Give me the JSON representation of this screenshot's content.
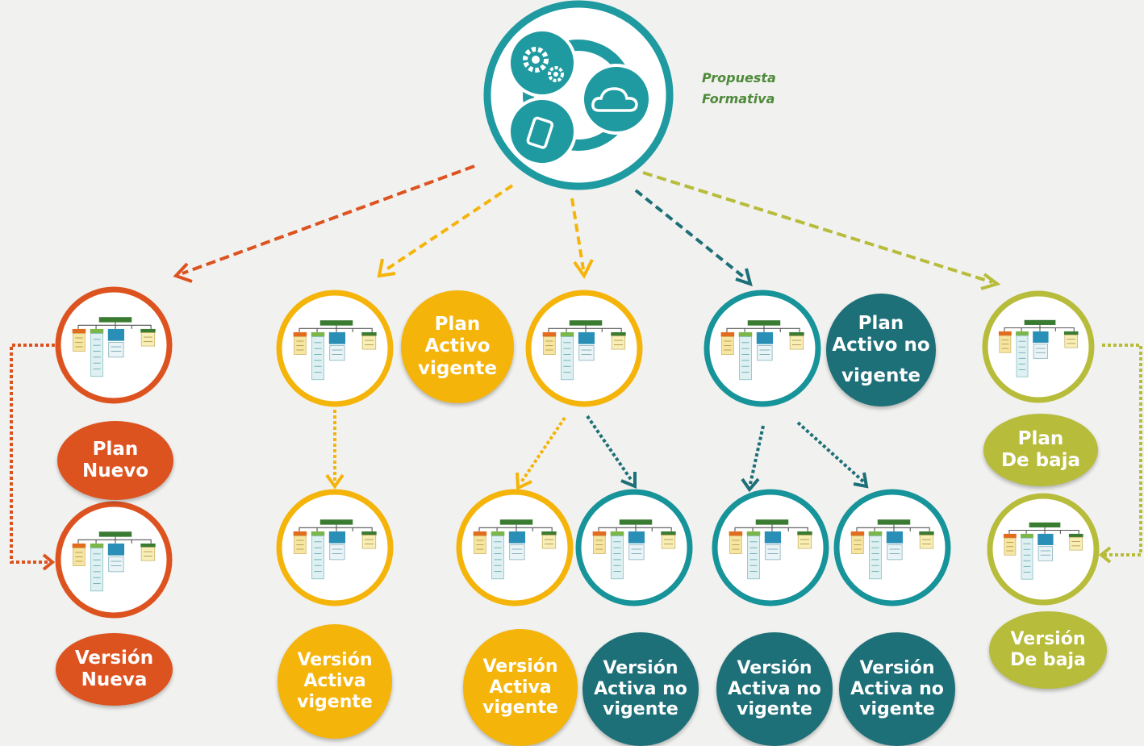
{
  "brand": {
    "line1": "Propuesta",
    "line2": "Formativa"
  },
  "colors": {
    "orange": "#dd5320",
    "yellow": "#f5b40a",
    "teal": "#1d6f78",
    "teal_ring": "#17939a",
    "olive": "#b7bc3a",
    "root_ring": "#1f9aa0"
  },
  "root": {
    "icons": [
      "gears-icon",
      "cloud-icon",
      "mobile-phone-icon"
    ]
  },
  "labels": {
    "plan_nuevo": [
      "Plan",
      "Nuevo"
    ],
    "version_nueva": [
      "Versión",
      "Nueva"
    ],
    "plan_activo_vigente": [
      "Plan",
      "Activo",
      "vigente"
    ],
    "version_activa_vigente_1": [
      "Versión",
      "Activa",
      "vigente"
    ],
    "version_activa_vigente_2": [
      "Versión",
      "Activa",
      "vigente"
    ],
    "plan_activo_no_vigente": [
      "Plan",
      "Activo no",
      "vigente"
    ],
    "version_activa_no_vigente_1": [
      "Versión",
      "Activa no",
      "vigente"
    ],
    "version_activa_no_vigente_2": [
      "Versión",
      "Activa no",
      "vigente"
    ],
    "version_activa_no_vigente_3": [
      "Versión",
      "Activa no",
      "vigente"
    ],
    "plan_de_baja": [
      "Plan",
      "De baja"
    ],
    "version_de_baja": [
      "Versión",
      "De baja"
    ]
  }
}
